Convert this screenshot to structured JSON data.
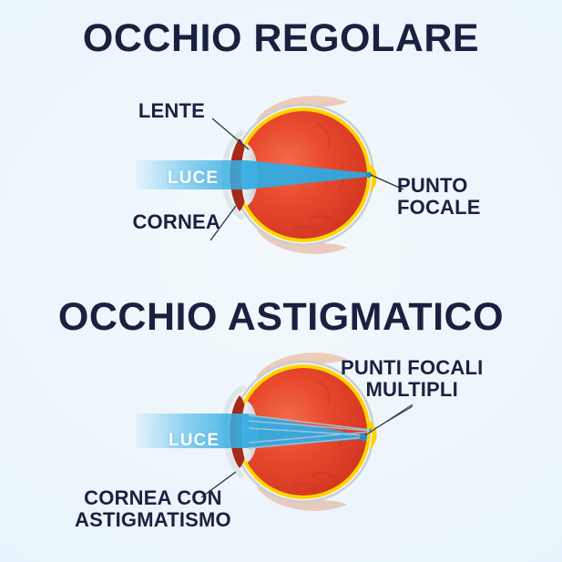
{
  "page": {
    "background_color": "#eaf4fb",
    "title_color": "#1a2140",
    "label_color": "#1a2140",
    "beam_color": "#3cb3e6",
    "beam_label_color": "#ffffff",
    "sclera_color": "#cfd4d8",
    "retina_yellow": "#ffd400",
    "vitreous_red": "#e8412a",
    "iris_dark_red": "#a02818",
    "focal_dot_color": "#1e90d8",
    "eyelid_color": "#e7b9a2"
  },
  "sections": [
    {
      "id": "regular",
      "title": "OCCHIO REGOLARE",
      "beam_label": "LUCE",
      "callouts": [
        {
          "id": "lente",
          "lines": [
            "LENTE"
          ]
        },
        {
          "id": "cornea",
          "lines": [
            "CORNEA"
          ]
        },
        {
          "id": "punto-focale",
          "lines": [
            "PUNTO",
            "FOCALE"
          ]
        }
      ]
    },
    {
      "id": "astigmatico",
      "title": "OCCHIO ASTIGMATICO",
      "beam_label": "LUCE",
      "callouts": [
        {
          "id": "punti-focali-multipli",
          "lines": [
            "PUNTI FOCALI",
            "MULTIPLI"
          ]
        },
        {
          "id": "cornea-con-astigmatismo",
          "lines": [
            "CORNEA CON",
            "ASTIGMATISMO"
          ]
        }
      ]
    }
  ]
}
